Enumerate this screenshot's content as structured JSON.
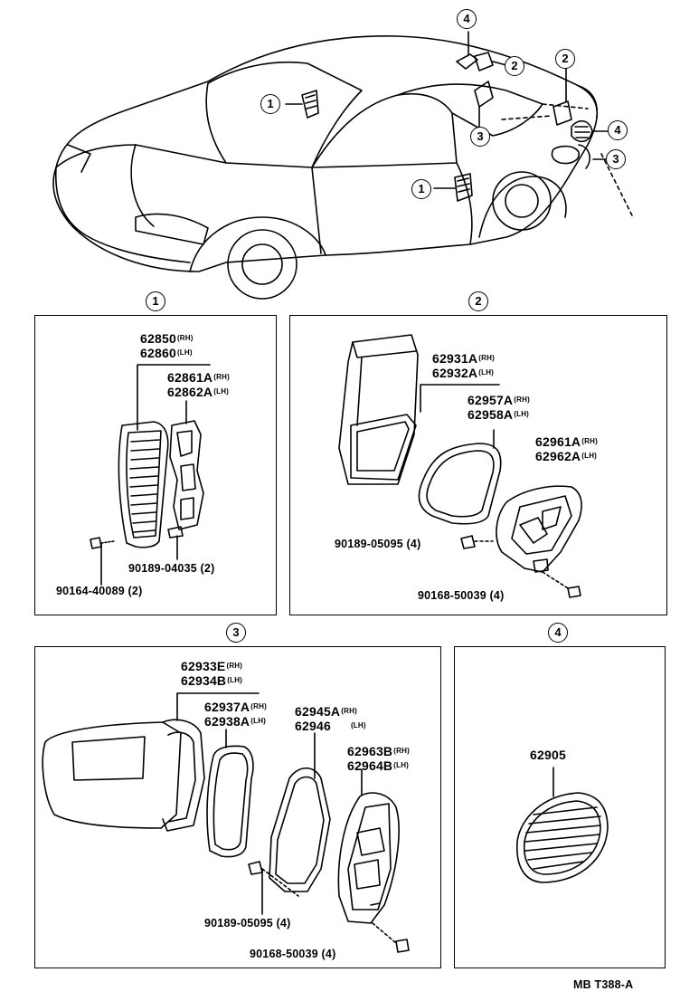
{
  "callouts": {
    "n1": "1",
    "n2": "2",
    "n3": "3",
    "n4": "4"
  },
  "panel1": {
    "part_a": "62850",
    "part_a_sfx": "(RH)",
    "part_b": "62860",
    "part_b_sfx": "(LH)",
    "part_c": "62861A",
    "part_c_sfx": "(RH)",
    "part_d": "62862A",
    "part_d_sfx": "(LH)",
    "clip": "90189-04035 (2)",
    "screw": "90164-40089 (2)"
  },
  "panel2": {
    "part_a": "62931A",
    "part_a_sfx": "(RH)",
    "part_b": "62932A",
    "part_b_sfx": "(LH)",
    "part_c": "62957A",
    "part_c_sfx": "(RH)",
    "part_d": "62958A",
    "part_d_sfx": "(LH)",
    "part_e": "62961A",
    "part_e_sfx": "(RH)",
    "part_f": "62962A",
    "part_f_sfx": "(LH)",
    "clip": "90189-05095 (4)",
    "screw": "90168-50039 (4)"
  },
  "panel3": {
    "part_a": "62933E",
    "part_a_sfx": "(RH)",
    "part_b": "62934B",
    "part_b_sfx": "(LH)",
    "part_c": "62937A",
    "part_c_sfx": "(RH)",
    "part_d": "62938A",
    "part_d_sfx": "(LH)",
    "part_e": "62945A",
    "part_e_sfx": "(RH)",
    "part_f": "62946",
    "part_f_sfx": "(LH)",
    "part_g": "62963B",
    "part_g_sfx": "(RH)",
    "part_h": "62964B",
    "part_h_sfx": "(LH)",
    "clip": "90189-05095 (4)",
    "screw": "90168-50039 (4)"
  },
  "panel4": {
    "part_a": "62905"
  },
  "footer": {
    "ref": "MB T388-A"
  }
}
